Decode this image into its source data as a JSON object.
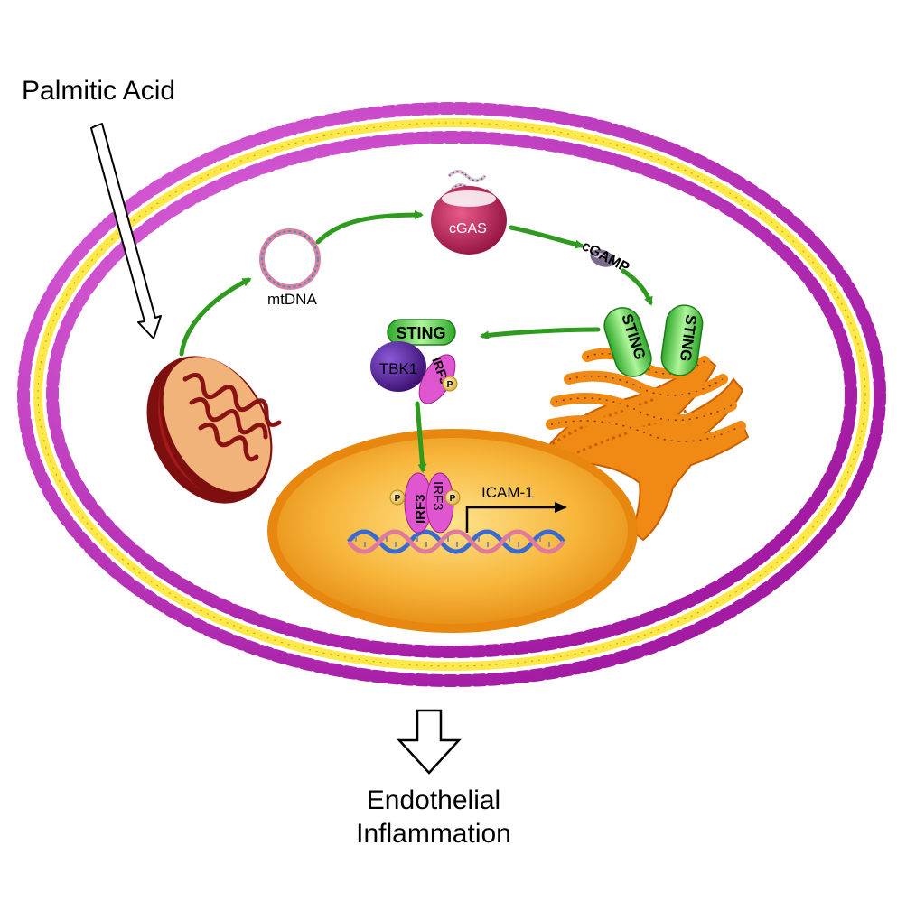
{
  "labels": {
    "stimulus": "Palmitic Acid",
    "mtdna": "mtDNA",
    "cgas": "cGAS",
    "cgamp": "cGAMP",
    "sting": "STING",
    "tbk1": "TBK1",
    "irf3": "IRF3",
    "phospho": "P",
    "gene": "ICAM-1",
    "outcome_line1": "Endothelial",
    "outcome_line2": "Inflammation"
  },
  "colors": {
    "membrane_head": "#cc33cc",
    "membrane_tail": "#ffee33",
    "pathway_arrow": "#2e9a1e",
    "cgas_body": "#c2185b",
    "sting_green": "#55dd44",
    "tbk1_purple": "#5a2a9a",
    "irf3_pink": "#e055d0",
    "phospho_yellow": "#f0d060",
    "nucleus_fill": "#f7a81b",
    "golgi_orange": "#f08a14",
    "mito_red": "#a81a1a"
  },
  "icons": {
    "stimulus_arrow": "hollow-down-arrow",
    "outcome_arrow": "hollow-down-arrow",
    "transcription_arrow": "bent-right-arrow"
  }
}
